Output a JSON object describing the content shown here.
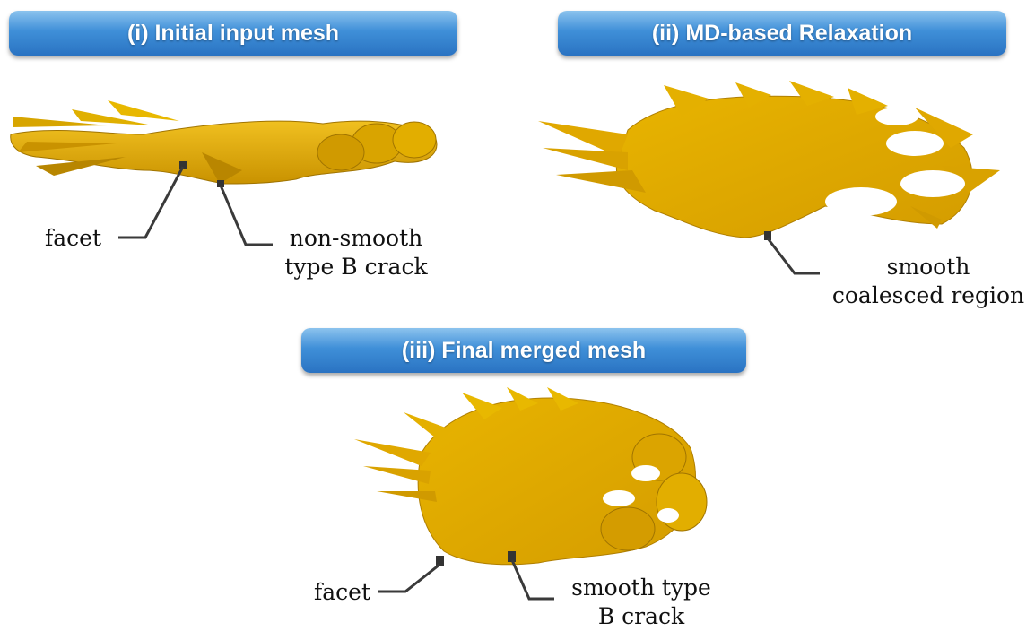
{
  "panels": {
    "p1": {
      "title": "(i) Initial input mesh"
    },
    "p2": {
      "title": "(ii) MD-based Relaxation"
    },
    "p3": {
      "title": "(iii) Final merged mesh"
    }
  },
  "annotations": {
    "p1_facet": "facet",
    "p1_crack_line1": "non-smooth",
    "p1_crack_line2": "type B crack",
    "p2_smooth_line1": "smooth",
    "p2_smooth_line2": "coalesced region",
    "p3_facet": "facet",
    "p3_crack_line1": "smooth type",
    "p3_crack_line2": "B crack"
  },
  "colors": {
    "mesh": "#e0a800",
    "mesh_dark": "#b07f00",
    "banner_top": "#8cc3ee",
    "banner_bottom": "#2a73c2",
    "leader": "#3a3a3a"
  }
}
